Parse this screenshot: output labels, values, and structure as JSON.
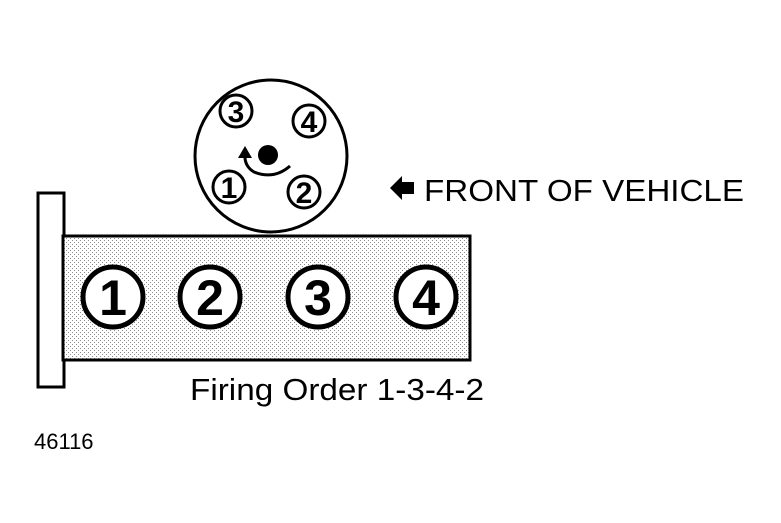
{
  "diagram": {
    "front_label": "FRONT OF VEHICLE",
    "firing_order_label": "Firing Order 1-3-4-2",
    "figure_number": "46116",
    "cylinders": [
      {
        "label": "1"
      },
      {
        "label": "2"
      },
      {
        "label": "3"
      },
      {
        "label": "4"
      }
    ],
    "distributor_terminals": [
      {
        "label": "3"
      },
      {
        "label": "4"
      },
      {
        "label": "1"
      },
      {
        "label": "2"
      }
    ],
    "colors": {
      "ink": "#000000",
      "background": "#ffffff",
      "block_stipple": "#9a9a9a"
    }
  }
}
